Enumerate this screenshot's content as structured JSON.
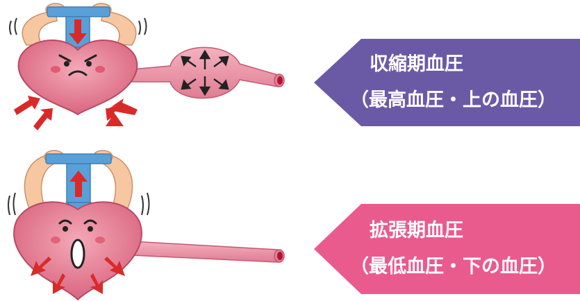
{
  "panels": [
    {
      "phase": "systolic",
      "title": "収縮期血圧",
      "subtitle": "（最高血圧・上の血圧）",
      "color": "#6a5aa6"
    },
    {
      "phase": "diastolic",
      "title": "拡張期血圧",
      "subtitle": "（最低血圧・下の血圧）",
      "color": "#ea5b8d"
    }
  ],
  "colors": {
    "heart": "#e37e94",
    "heart_outline": "#b84a63",
    "arrow_red": "#d92a2a",
    "pump_blue": "#5aa0d8",
    "skin": "#f6c7a1"
  }
}
